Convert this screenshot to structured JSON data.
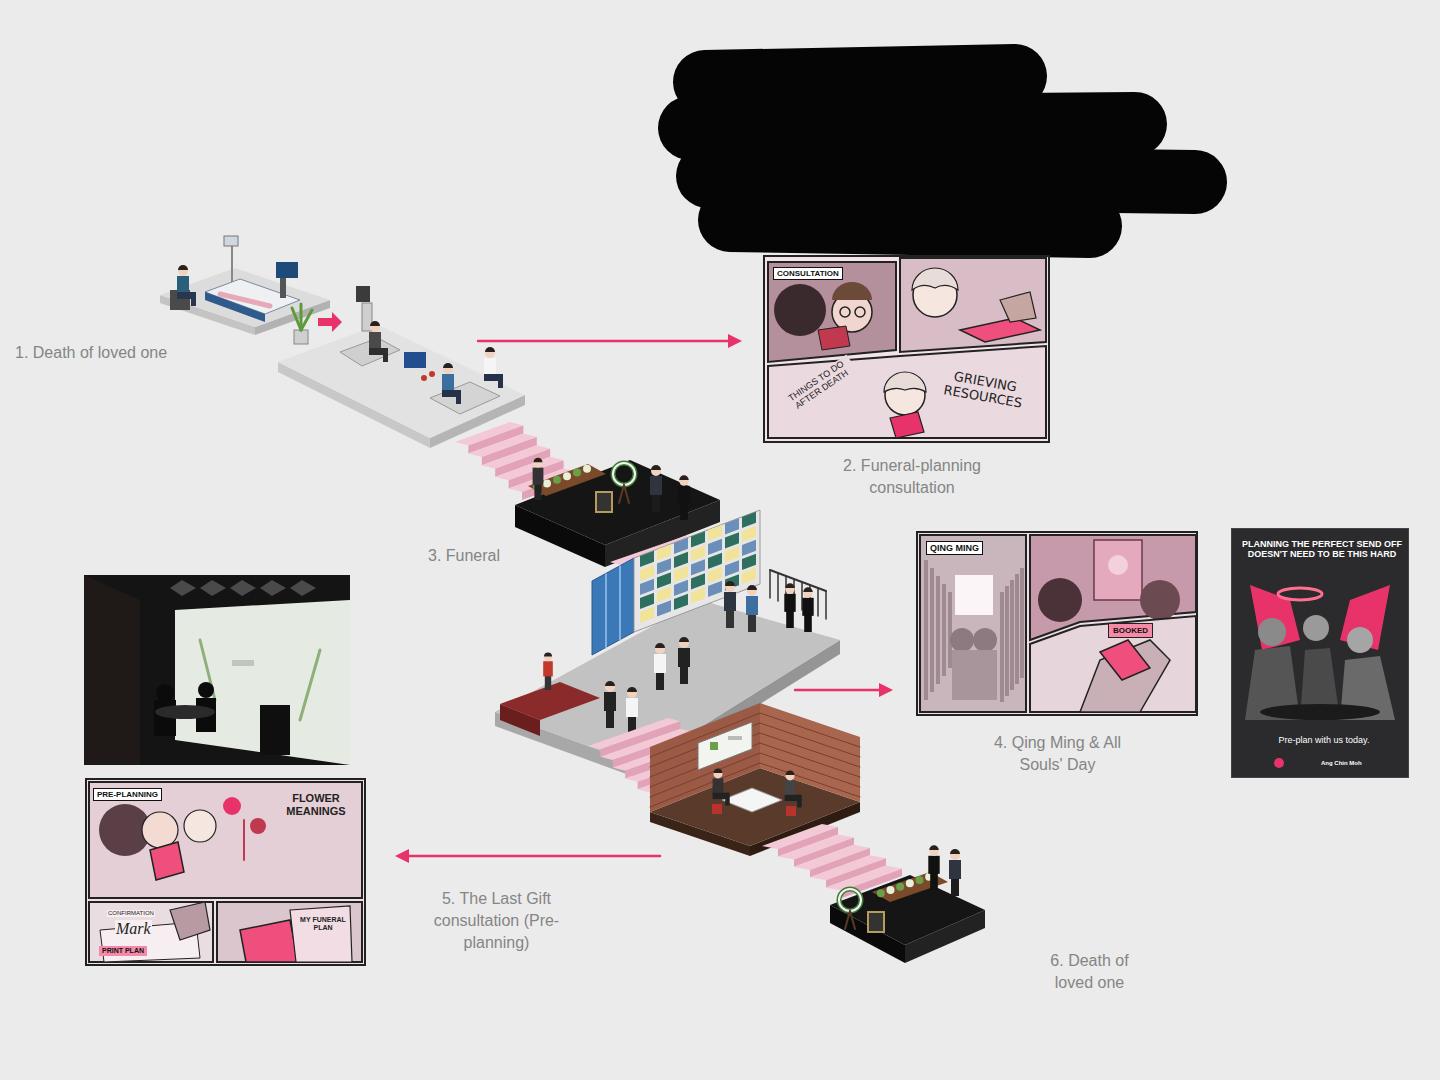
{
  "diagram": {
    "nodes": [
      {
        "text": [
          "CONSULTATION",
          "THINGS TO DO AFTER DEATH",
          "GRIEVING RESOURCES"
        ]
      },
      {
        "text": [
          "QING MING",
          "BOOKED"
        ]
      },
      {
        "text": [
          "PLANNING THE PERFECT SEND OFF DOESN'T NEED TO BE THIS HARD",
          "Pre-plan with us today.",
          "Ang Chin Moh"
        ]
      },
      {
        "text": [
          "PRE-PLANNING",
          "FLOWER MEANINGS",
          "CONFIRMATION",
          "Mark",
          "PRINT PLAN",
          "MY FUNERAL PLAN"
        ]
      }
    ],
    "labels": [
      "1. Death of loved one",
      "2. Funeral-planning consultation",
      "3. Funeral",
      "4. Qing Ming & All Souls' Day",
      "5. The Last Gift consultation (Pre-planning)",
      "6. Death of loved one"
    ]
  }
}
